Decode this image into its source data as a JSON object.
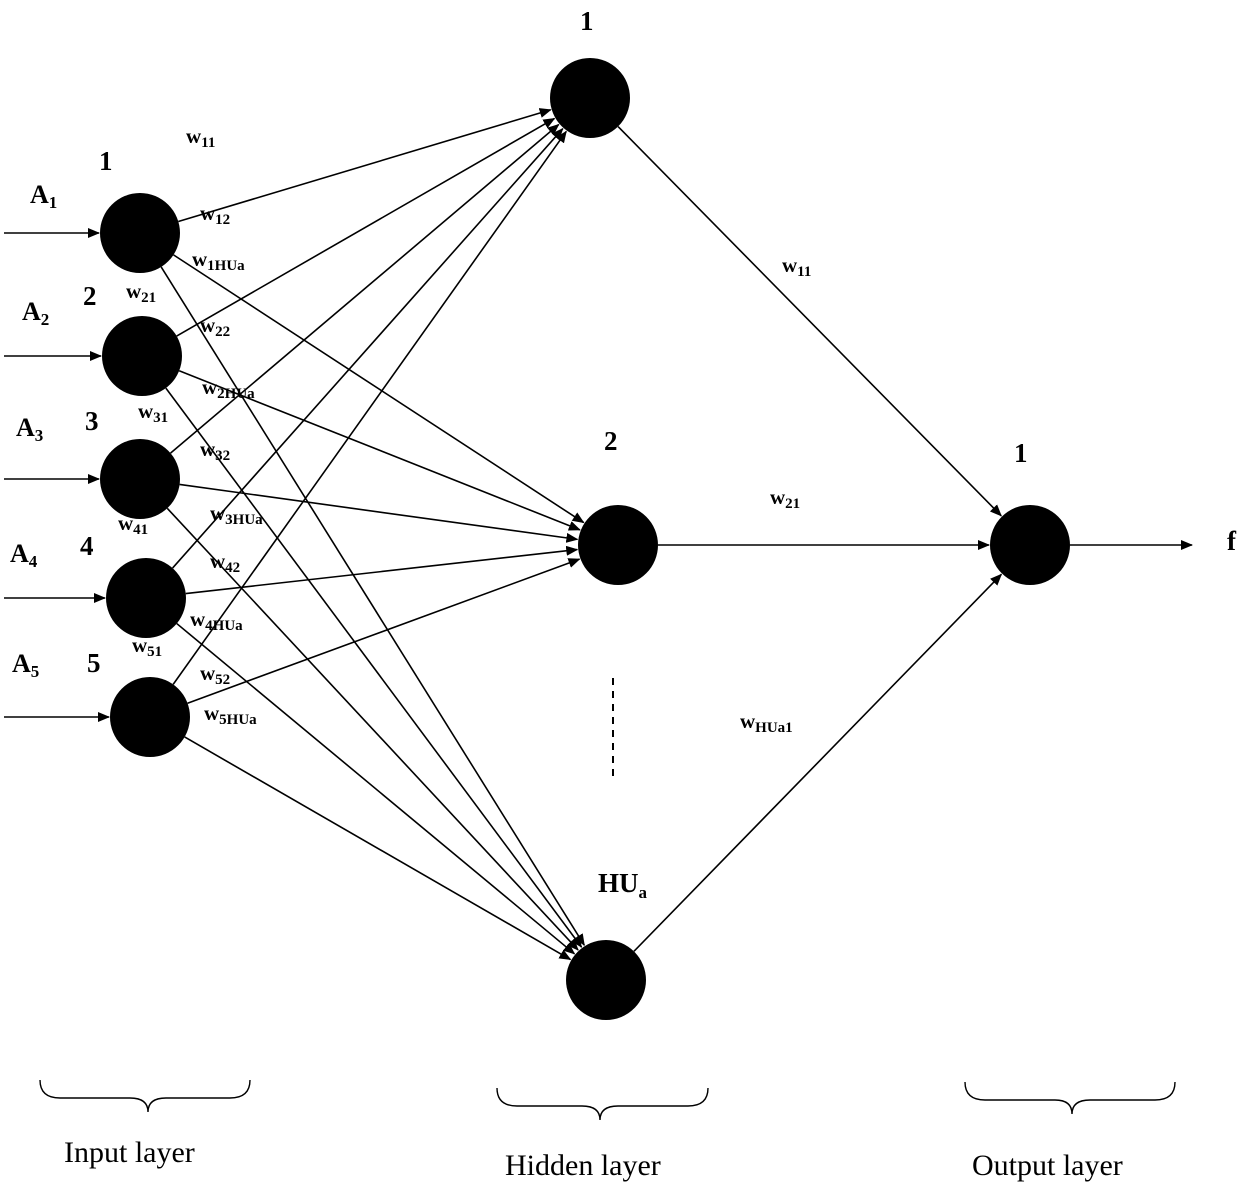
{
  "input_layer": {
    "name": "Input layer",
    "inputs": [
      {
        "symbol": "A",
        "sub": "1",
        "index": "1"
      },
      {
        "symbol": "A",
        "sub": "2",
        "index": "2"
      },
      {
        "symbol": "A",
        "sub": "3",
        "index": "3"
      },
      {
        "symbol": "A",
        "sub": "4",
        "index": "4"
      },
      {
        "symbol": "A",
        "sub": "5",
        "index": "5"
      }
    ]
  },
  "hidden_layer": {
    "name": "Hidden layer",
    "nodes": [
      {
        "label": "1",
        "sub": ""
      },
      {
        "label": "2",
        "sub": ""
      },
      {
        "label": "HU",
        "sub": "a"
      }
    ]
  },
  "output_layer": {
    "name": "Output layer",
    "node_label": "1",
    "output": "f"
  },
  "input_weights": [
    {
      "w": "w",
      "sub": "11"
    },
    {
      "w": "w",
      "sub": "12"
    },
    {
      "w": "w",
      "sub": "1HUa"
    },
    {
      "w": "w",
      "sub": "21"
    },
    {
      "w": "w",
      "sub": "22"
    },
    {
      "w": "w",
      "sub": "2HUa"
    },
    {
      "w": "w",
      "sub": "31"
    },
    {
      "w": "w",
      "sub": "32"
    },
    {
      "w": "w",
      "sub": "3HUa"
    },
    {
      "w": "w",
      "sub": "41"
    },
    {
      "w": "w",
      "sub": "42"
    },
    {
      "w": "w",
      "sub": "4HUa"
    },
    {
      "w": "w",
      "sub": "51"
    },
    {
      "w": "w",
      "sub": "52"
    },
    {
      "w": "w",
      "sub": "5HUa"
    }
  ],
  "output_weights": [
    {
      "w": "w",
      "sub": "11"
    },
    {
      "w": "w",
      "sub": "21"
    },
    {
      "w": "w",
      "sub": "HUa1"
    }
  ]
}
